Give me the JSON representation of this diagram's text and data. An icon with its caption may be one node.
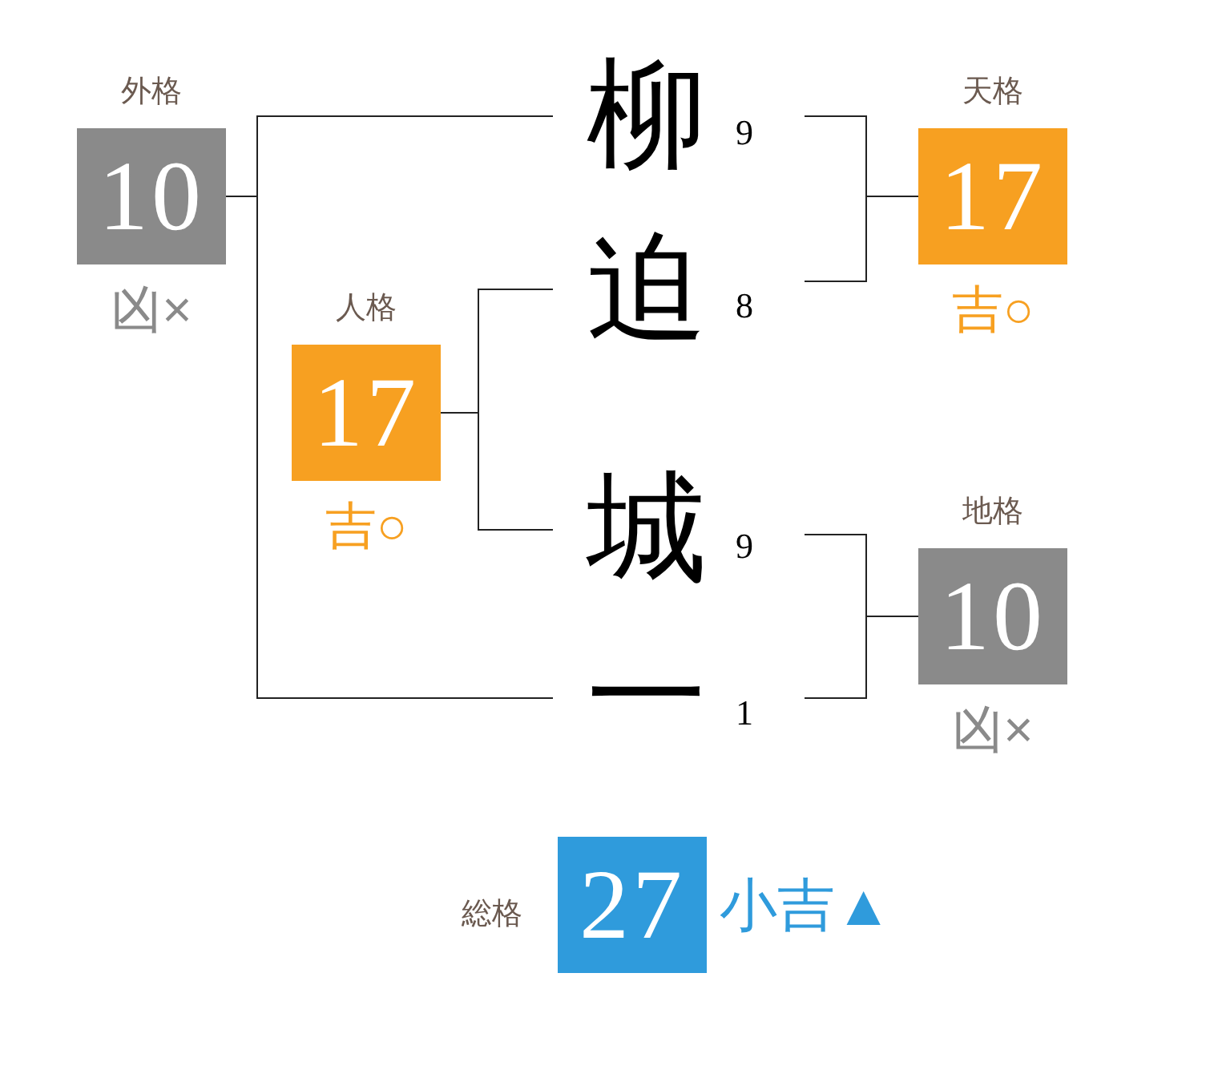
{
  "diagram": {
    "nodes": [
      {
        "text": [
          "外格",
          "10"
        ],
        "beside": [
          "凶×"
        ]
      },
      {
        "text": [
          "柳"
        ],
        "beside": [
          "9"
        ]
      },
      {
        "text": [
          "天格",
          "17"
        ],
        "beside": [
          "吉○"
        ]
      },
      {
        "text": [
          "迫"
        ],
        "beside": [
          "8"
        ]
      },
      {
        "text": [
          "人格",
          "17"
        ],
        "beside": [
          "吉○"
        ]
      },
      {
        "text": [
          "城"
        ],
        "beside": [
          "9"
        ]
      },
      {
        "text": [
          "地格",
          "10"
        ],
        "beside": [
          "凶×"
        ]
      },
      {
        "text": [
          "一"
        ],
        "beside": [
          "1"
        ]
      },
      {
        "text": [
          "総格",
          "27"
        ],
        "beside": [
          "小吉▲"
        ]
      }
    ],
    "edges": [
      {
        "from": 0,
        "to": 1,
        "arrow": "none"
      },
      {
        "from": 0,
        "to": 7,
        "arrow": "none"
      },
      {
        "from": 4,
        "to": 3,
        "arrow": "none"
      },
      {
        "from": 4,
        "to": 5,
        "arrow": "none"
      },
      {
        "from": 1,
        "to": 2,
        "arrow": "none"
      },
      {
        "from": 3,
        "to": 2,
        "arrow": "none"
      },
      {
        "from": 5,
        "to": 6,
        "arrow": "none"
      },
      {
        "from": 7,
        "to": 6,
        "arrow": "none"
      }
    ]
  }
}
